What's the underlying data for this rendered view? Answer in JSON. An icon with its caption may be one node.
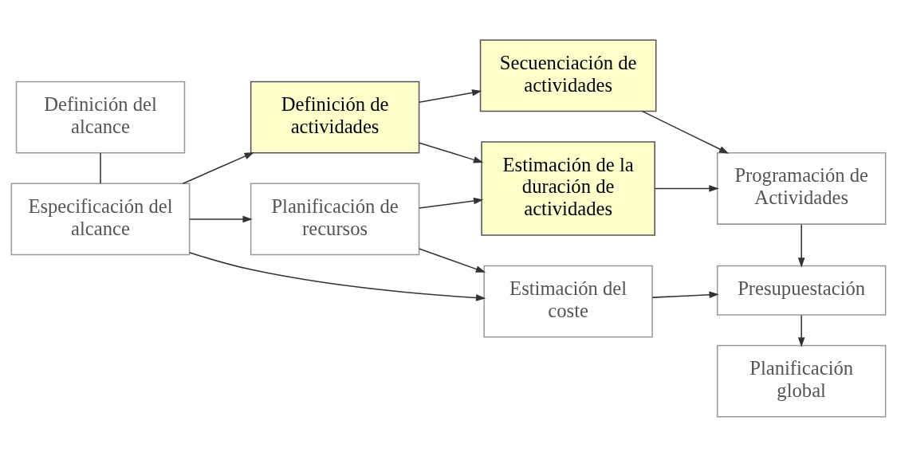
{
  "diagram": {
    "nodes": [
      {
        "text": [
          "Definición del alcance"
        ]
      },
      {
        "text": [
          "Especificación del alcance"
        ]
      },
      {
        "text": [
          "Definición de actividades"
        ]
      },
      {
        "text": [
          "Planificación de recursos"
        ]
      },
      {
        "text": [
          "Secuenciación de actividades"
        ]
      },
      {
        "text": [
          "Estimación de la duración de actividades"
        ]
      },
      {
        "text": [
          "Estimación del coste"
        ]
      },
      {
        "text": [
          "Programación de Actividades"
        ]
      },
      {
        "text": [
          "Presupuestación"
        ]
      },
      {
        "text": [
          "Planificación global"
        ]
      }
    ],
    "edges": [
      {
        "from": 0,
        "to": 1,
        "arrow": "none"
      },
      {
        "from": 1,
        "to": 2,
        "arrow": "to"
      },
      {
        "from": 1,
        "to": 3,
        "arrow": "to"
      },
      {
        "from": 1,
        "to": 6,
        "arrow": "to"
      },
      {
        "from": 2,
        "to": 4,
        "arrow": "to"
      },
      {
        "from": 2,
        "to": 5,
        "arrow": "to"
      },
      {
        "from": 3,
        "to": 5,
        "arrow": "to"
      },
      {
        "from": 3,
        "to": 6,
        "arrow": "to"
      },
      {
        "from": 4,
        "to": 7,
        "arrow": "to"
      },
      {
        "from": 5,
        "to": 7,
        "arrow": "to"
      },
      {
        "from": 7,
        "to": 8,
        "arrow": "to"
      },
      {
        "from": 6,
        "to": 8,
        "arrow": "to"
      },
      {
        "from": 8,
        "to": 9,
        "arrow": "to"
      }
    ]
  }
}
